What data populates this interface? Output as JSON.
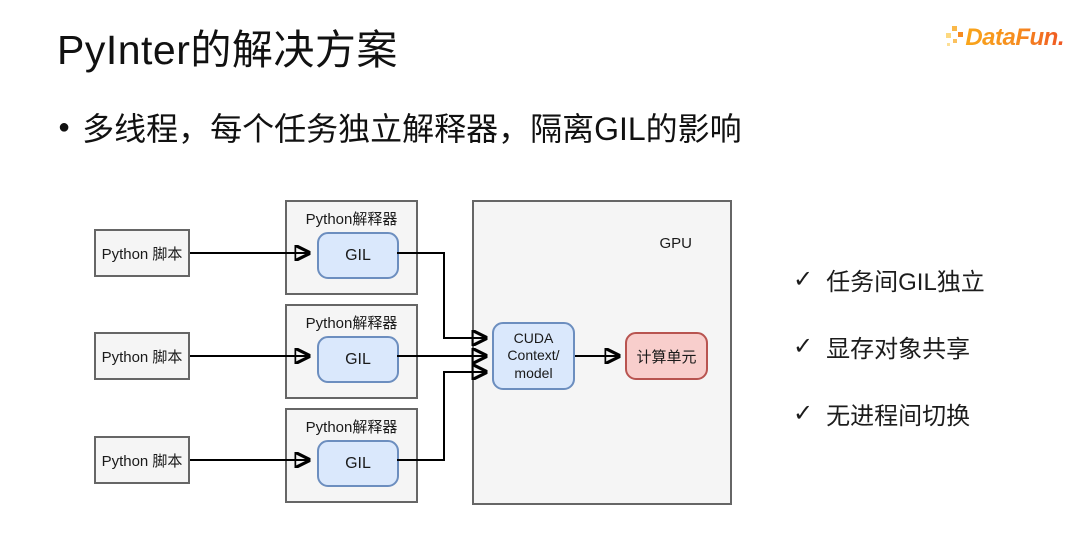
{
  "header": {
    "title": "PyInter的解决方案",
    "logo_text": "DataFun."
  },
  "bullet": {
    "marker": "●",
    "text": "多线程，每个任务独立解释器，隔离GIL的影响"
  },
  "diagram": {
    "script_label": "Python 脚本",
    "interpreter_label": "Python解释器",
    "gil_label": "GIL",
    "gpu_label": "GPU",
    "cuda_label": "CUDA Context/ model",
    "compute_label": "计算单元",
    "colors": {
      "node_fill_gray": "#f5f5f5",
      "node_border_gray": "#666666",
      "node_fill_blue": "#dae8fc",
      "node_border_blue": "#6c8ebf",
      "node_fill_red": "#f8cecc",
      "node_border_red": "#b85450",
      "connector": "#000000",
      "logo_gradient_start": "#f9a61a",
      "logo_gradient_end": "#ef5523"
    }
  },
  "checklist": {
    "check_mark": "✓",
    "items": [
      "任务间GIL独立",
      "显存对象共享",
      "无进程间切换"
    ]
  }
}
